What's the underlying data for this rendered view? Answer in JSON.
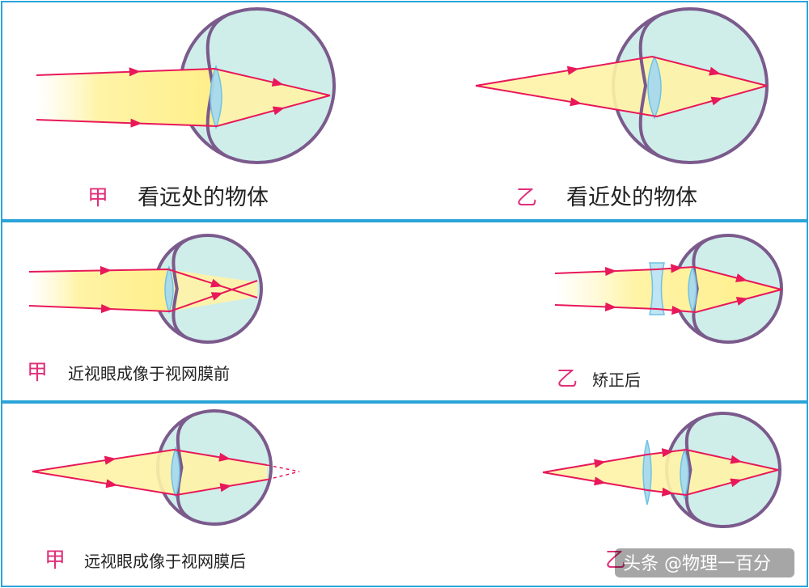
{
  "colors": {
    "frame": "#2aa4d8",
    "eyeball_fill": "#cfeeea",
    "eyeball_outline": "#7b5a8c",
    "lens_fill": "#a6d8ee",
    "ray": "#e8185a",
    "beam_fill": "#fff3a6",
    "caption_mark": "#e0307a"
  },
  "panels": [
    {
      "left": {
        "mark": "甲",
        "text": "看远处的物体"
      },
      "right": {
        "mark": "乙",
        "text": "看近处的物体"
      }
    },
    {
      "left": {
        "mark": "甲",
        "text": "近视眼成像于视网膜前"
      },
      "right": {
        "mark": "乙",
        "text": "矫正后"
      }
    },
    {
      "left": {
        "mark": "甲",
        "text": "远视眼成像于视网膜后"
      },
      "right": {
        "mark": "乙",
        "text": ""
      }
    }
  ],
  "watermark": {
    "text": "头条 @物理一百分"
  }
}
